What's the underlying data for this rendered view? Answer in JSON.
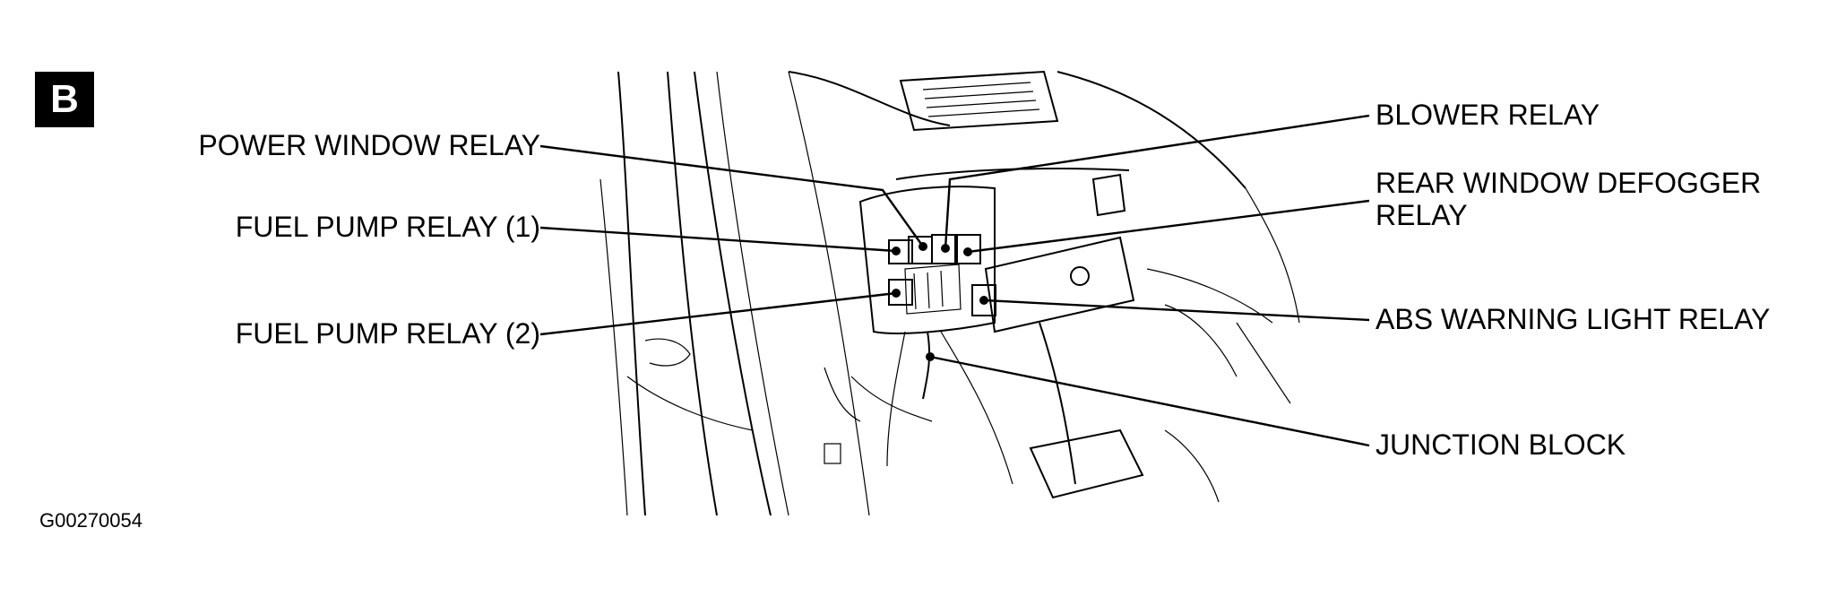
{
  "panel_label": "B",
  "figure_id": "G00270054",
  "callouts": {
    "power_window_relay": "POWER WINDOW RELAY",
    "fuel_pump_relay_1": "FUEL PUMP RELAY (1)",
    "fuel_pump_relay_2": "FUEL PUMP RELAY (2)",
    "blower_relay": "BLOWER RELAY",
    "rear_window_defogger_relay_line1": "REAR WINDOW DEFOGGER",
    "rear_window_defogger_relay_line2": "RELAY",
    "abs_warning_light_relay": "ABS WARNING LIGHT RELAY",
    "junction_block": "JUNCTION BLOCK"
  }
}
